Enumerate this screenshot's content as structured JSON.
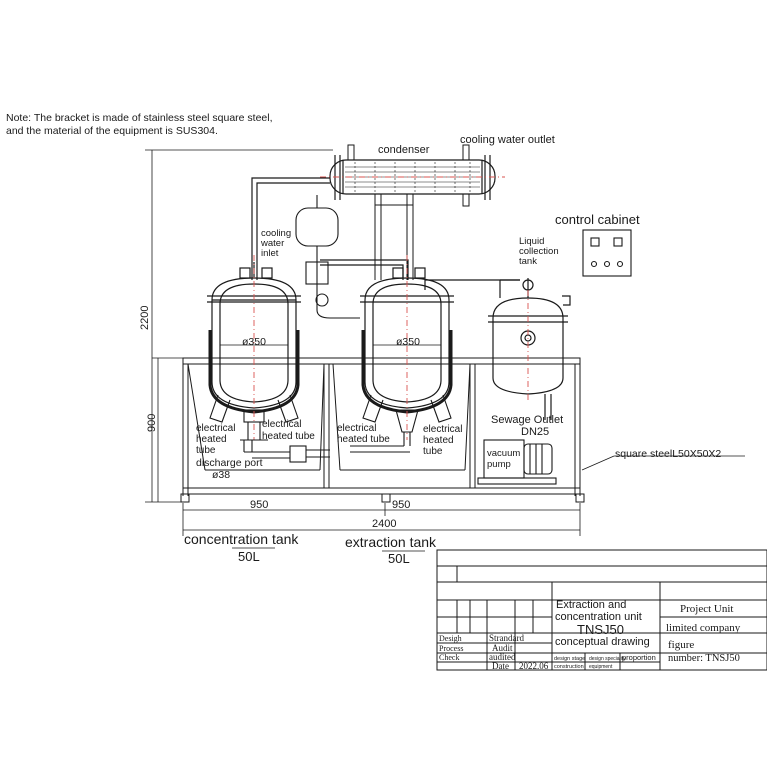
{
  "note": {
    "line1": "Note: The bracket is made of stainless steel square steel,",
    "line2": "and the material of the equipment is SUS304."
  },
  "labels": {
    "condenser": "condenser",
    "cooling_water_outlet": "cooling water outlet",
    "control_cabinet": "control cabinet",
    "cooling_water_inlet": [
      "cooling",
      "water",
      "inlet"
    ],
    "liquid_collection_tank": [
      "Liquid",
      "collection",
      "tank"
    ],
    "dia_left": "ø350",
    "dia_right": "ø350",
    "electrical_heated_tube_1": [
      "electrical",
      "heated",
      "tube"
    ],
    "electrical_heated_tube_2": [
      "electrical",
      "heated tube"
    ],
    "electrical_heated_tube_3": [
      "electrical",
      "heated tube"
    ],
    "electrical_heated_tube_4": [
      "electrical",
      "heated",
      "tube"
    ],
    "discharge_port": [
      "discharge port",
      "ø38"
    ],
    "sewage_outlet": [
      "Sewage Outlet",
      "DN25"
    ],
    "vacuum_pump": [
      "vacuum",
      "pump"
    ],
    "square_steel": "square steelL50X50X2"
  },
  "dimensions": {
    "height_total": "2200",
    "height_frame": "900",
    "width_left": "950",
    "width_right": "950",
    "width_total": "2400"
  },
  "tank_titles": {
    "concentration": {
      "name": "concentration tank",
      "volume": "50L"
    },
    "extraction": {
      "name": "extraction tank",
      "volume": "50L"
    }
  },
  "title_block": {
    "product_line1": "Extraction and",
    "product_line2": "concentration unit",
    "model": "TNSJ50",
    "drawing_type": "conceptual drawing",
    "project_unit": "Project Unit",
    "company": "limited company",
    "figure_label": "figure",
    "figure_number": "number: TNSJ50",
    "design": "Desigh",
    "process": "Process",
    "check": "Check",
    "standard": "Strandard",
    "audit": "Audit",
    "audited": "audited",
    "date": "Date",
    "date_value": "2022.06",
    "design_stage": "design stage",
    "design_speciality": "design speciality",
    "proportion": "proportion",
    "construction": "construction",
    "equipment": "equipment"
  }
}
